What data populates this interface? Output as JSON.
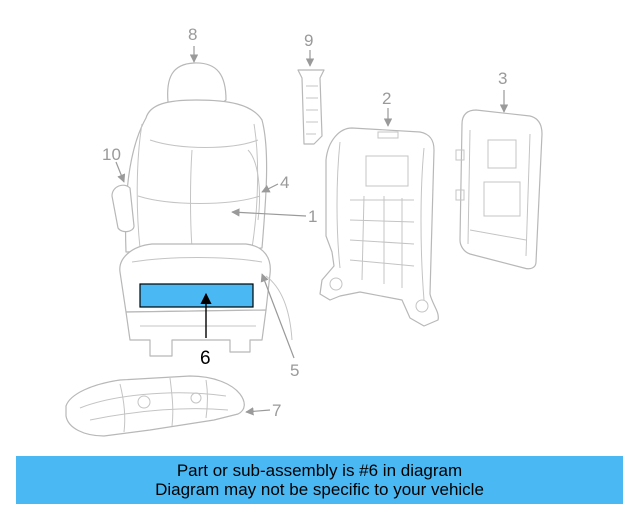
{
  "diagram": {
    "callouts": {
      "c1": "1",
      "c2": "2",
      "c3": "3",
      "c4": "4",
      "c5": "5",
      "c6": "6",
      "c7": "7",
      "c8": "8",
      "c9": "9",
      "c10": "10"
    },
    "highlighted_part": "6",
    "highlight_color": "#4ab8f3",
    "line_color": "#b8b8b8"
  },
  "banner": {
    "line1": "Part or sub-assembly is #6 in diagram",
    "line2": "Diagram may not be specific to your vehicle",
    "background": "#4ab8f3"
  }
}
